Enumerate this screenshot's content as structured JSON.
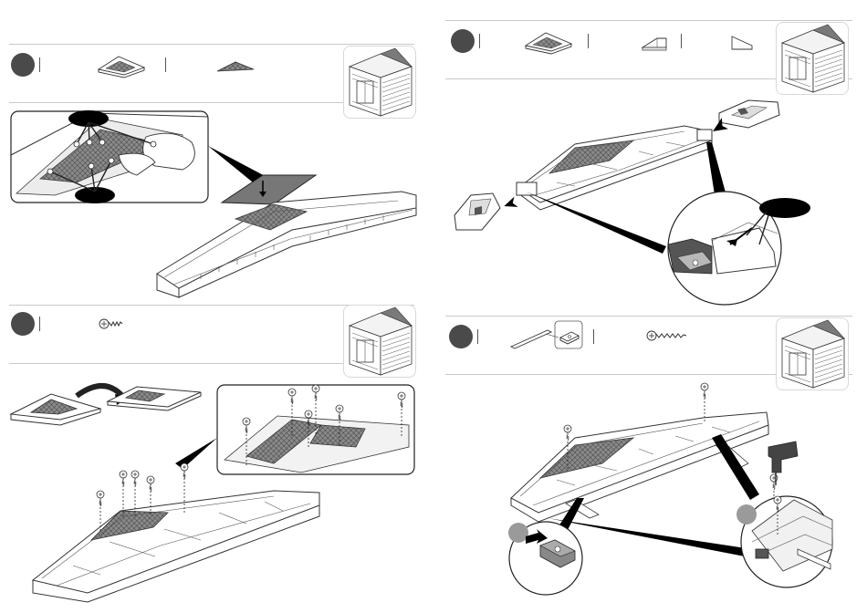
{
  "steps": [
    {
      "id": "step-1",
      "parts": [
        "gable-triangle",
        "mesh-panel"
      ],
      "callout_dots": 7
    },
    {
      "id": "step-2",
      "parts": [
        "screw"
      ],
      "screws": 5
    },
    {
      "id": "step-3",
      "parts": [
        "gable-triangle",
        "corner-bracket-left",
        "corner-bracket-right"
      ]
    },
    {
      "id": "step-4",
      "parts": [
        "wooden-strip",
        "wooden-block",
        "long-screw"
      ],
      "screws": 3
    }
  ],
  "colors": {
    "badge": "#4a4a4a",
    "line": "#333333",
    "mesh": "#6f6f6f",
    "divider": "#c9c9c9"
  }
}
